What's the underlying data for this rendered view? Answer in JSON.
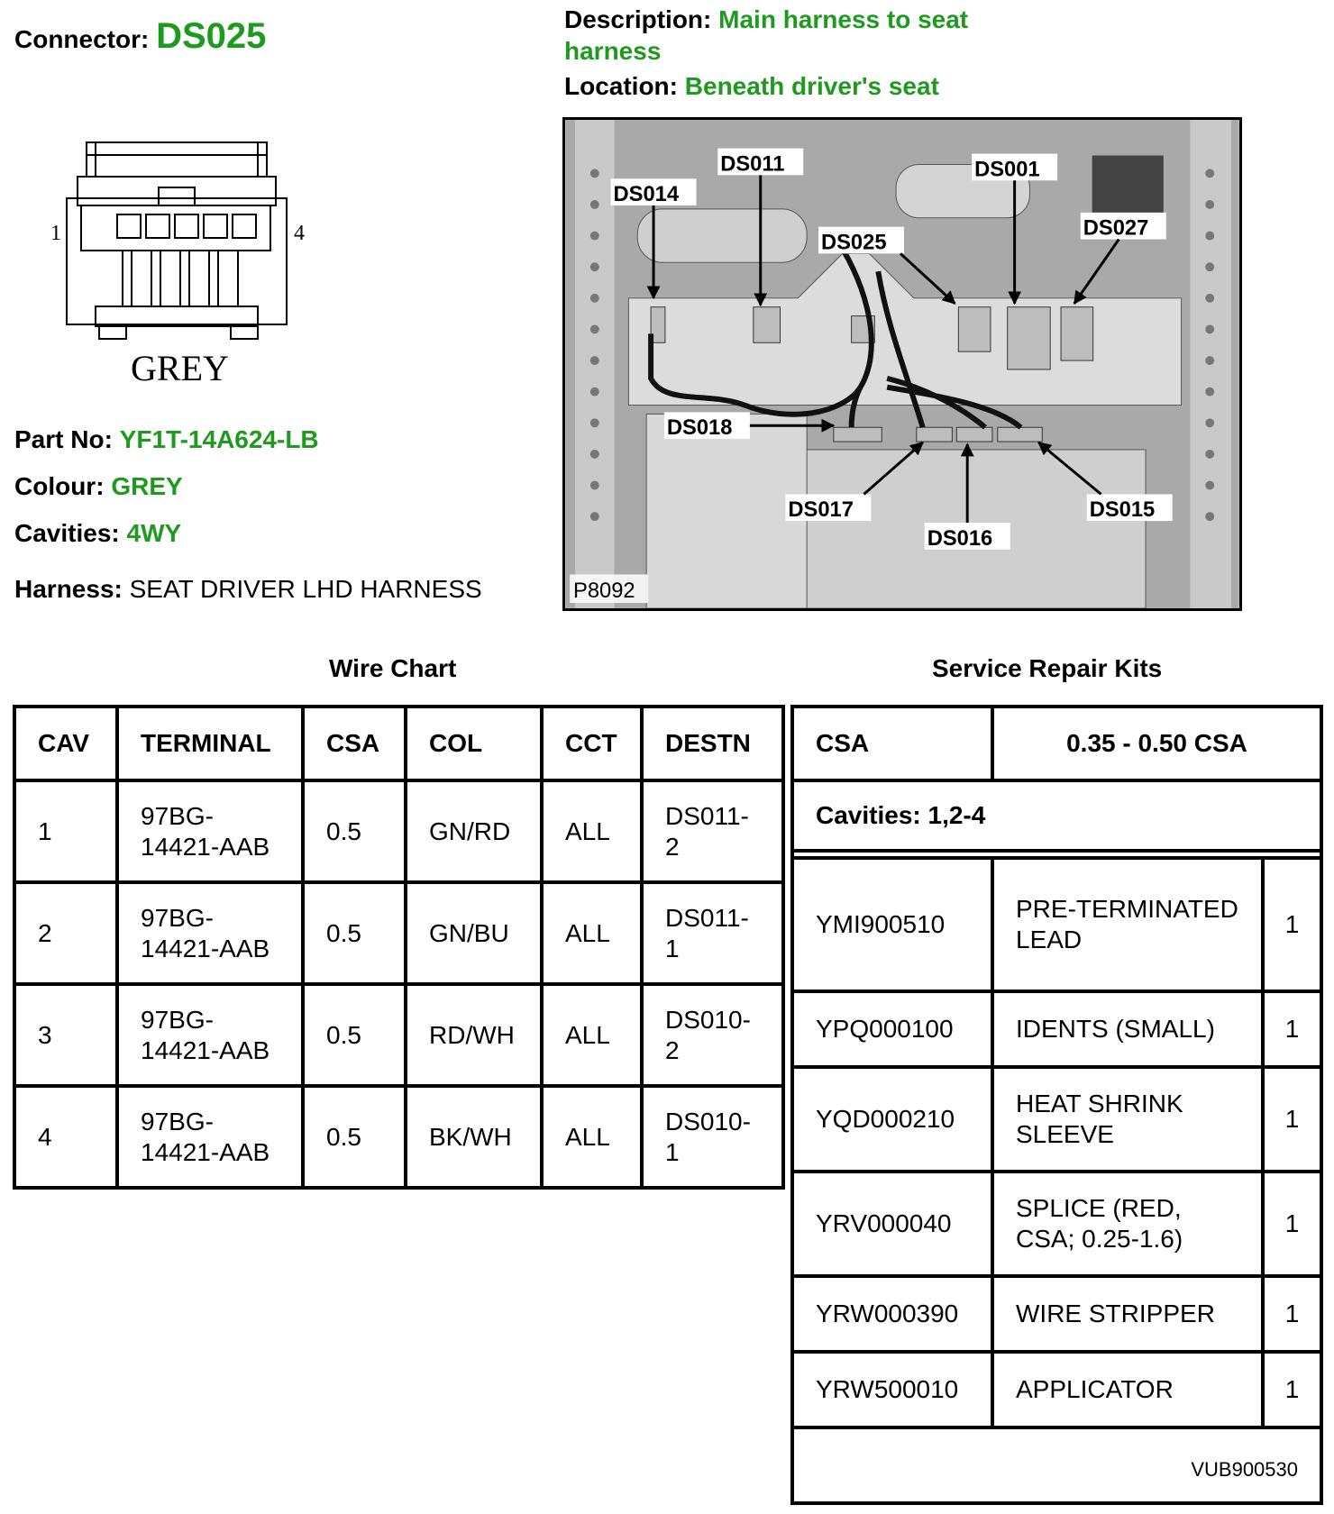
{
  "header": {
    "connector_label": "Connector:",
    "connector_id": "DS025",
    "description_label": "Description:",
    "description_value": "Main harness to seat harness",
    "location_label": "Location:",
    "location_value": "Beneath driver's seat"
  },
  "connector_drawing": {
    "pin_left": "1",
    "pin_right": "4",
    "colour_text": "GREY"
  },
  "info": {
    "part_no_label": "Part No:",
    "part_no_value": "YF1T-14A624-LB",
    "colour_label": "Colour:",
    "colour_value": "GREY",
    "cavities_label": "Cavities:",
    "cavities_value": "4WY",
    "harness_label": "Harness:",
    "harness_value": "SEAT DRIVER LHD HARNESS"
  },
  "photo": {
    "ref": "P8092",
    "callouts": {
      "ds011": "DS011",
      "ds014": "DS014",
      "ds001": "DS001",
      "ds027": "DS027",
      "ds025": "DS025",
      "ds018": "DS018",
      "ds017": "DS017",
      "ds016": "DS016",
      "ds015": "DS015"
    }
  },
  "wire_chart": {
    "title": "Wire Chart",
    "headers": [
      "CAV",
      "TERMINAL",
      "CSA",
      "COL",
      "CCT",
      "DESTN"
    ],
    "rows": [
      [
        "1",
        "97BG-14421-AAB",
        "0.5",
        "GN/RD",
        "ALL",
        "DS011-2"
      ],
      [
        "2",
        "97BG-14421-AAB",
        "0.5",
        "GN/BU",
        "ALL",
        "DS011-1"
      ],
      [
        "3",
        "97BG-14421-AAB",
        "0.5",
        "RD/WH",
        "ALL",
        "DS010-2"
      ],
      [
        "4",
        "97BG-14421-AAB",
        "0.5",
        "BK/WH",
        "ALL",
        "DS010-1"
      ]
    ]
  },
  "kits": {
    "title": "Service Repair Kits",
    "csa_label": "CSA",
    "csa_value": "0.35 - 0.50 CSA",
    "cavities_text": "Cavities: 1,2-4",
    "items": [
      [
        "YMI900510",
        "PRE-TERMINATED LEAD",
        "1"
      ],
      [
        "YPQ000100",
        "IDENTS (SMALL)",
        "1"
      ],
      [
        "YQD000210",
        "HEAT SHRINK SLEEVE",
        "1"
      ],
      [
        "YRV000040",
        "SPLICE (RED, CSA; 0.25-1.6)",
        "1"
      ],
      [
        "YRW000390",
        "WIRE STRIPPER",
        "1"
      ],
      [
        "YRW500010",
        "APPLICATOR",
        "1"
      ]
    ],
    "footer_code": "VUB900530"
  }
}
